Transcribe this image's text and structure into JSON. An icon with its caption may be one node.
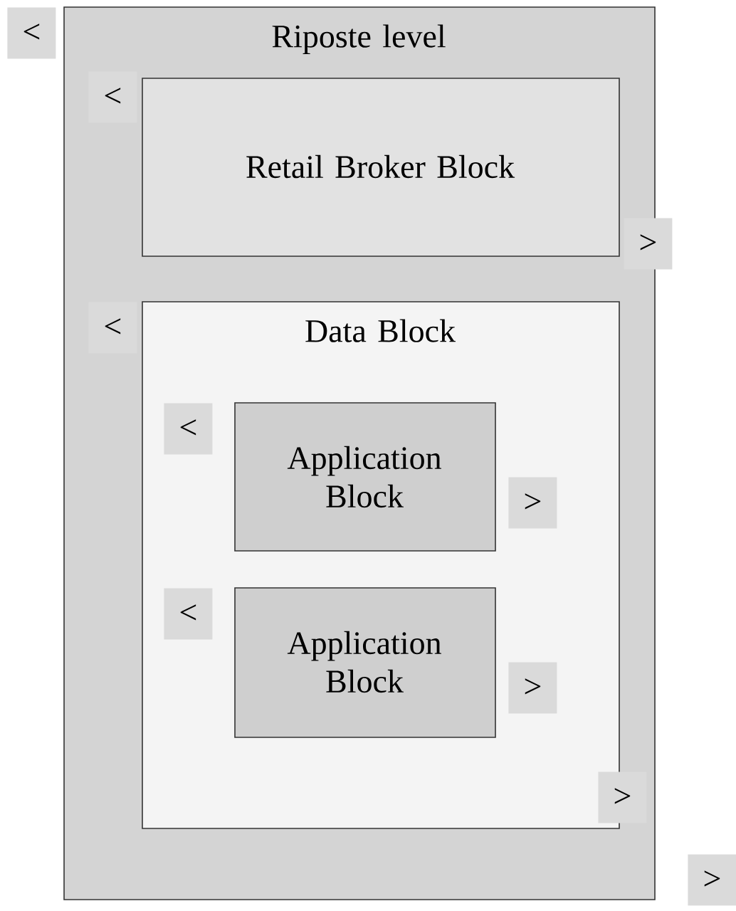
{
  "diagram": {
    "nodes": [
      {
        "text": [
          "Riposte level"
        ]
      },
      {
        "text": [
          "Retail Broker Block"
        ],
        "in": 0
      },
      {
        "text": [
          "Data Block"
        ],
        "in": 0
      },
      {
        "text": [
          "Application Block"
        ],
        "in": 2
      },
      {
        "text": [
          "Application Block"
        ],
        "in": 2
      }
    ],
    "labels": [
      "<",
      "<",
      ">",
      "<",
      "<",
      ">",
      "<",
      ">",
      ">",
      ">"
    ]
  }
}
